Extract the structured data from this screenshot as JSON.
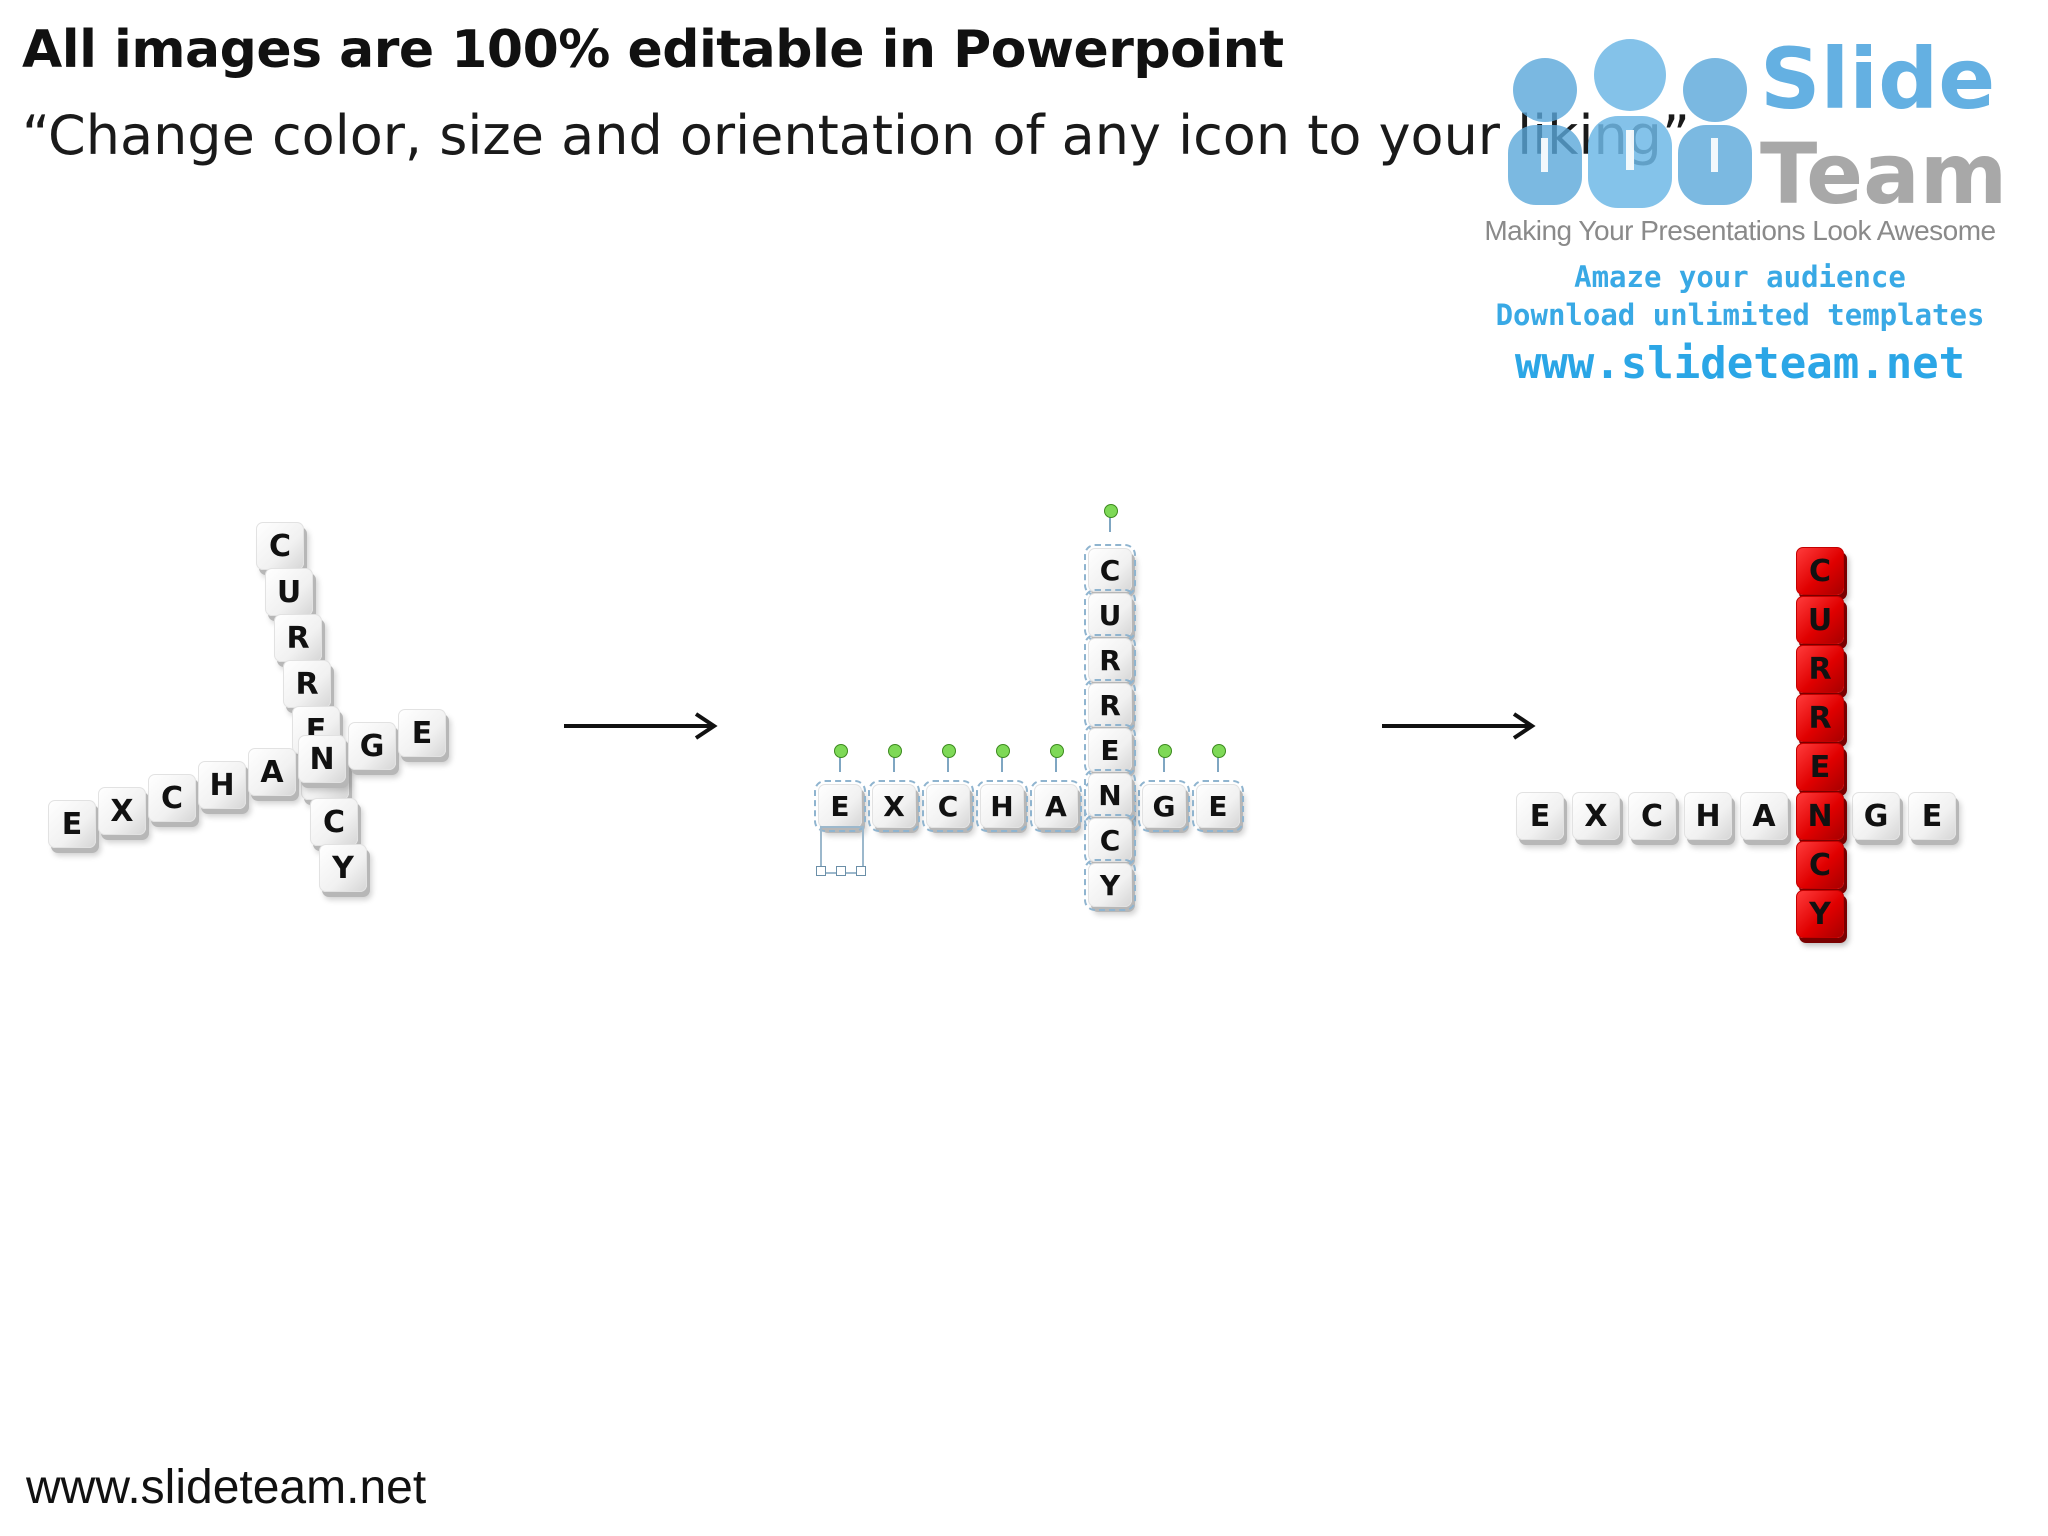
{
  "slide": {
    "title": "All images are 100% editable in Powerpoint",
    "subtitle": "“Change color, size and orientation of any icon to your liking”",
    "footer_url": "www.slideteam.net"
  },
  "logo": {
    "word1": "Slide",
    "word2": "Team",
    "tagline": "Making Your Presentations Look Awesome",
    "line1": "Amaze your audience",
    "line2": "Download unlimited templates",
    "url": "www.slideteam.net"
  },
  "crossword": {
    "horizontal": [
      "E",
      "X",
      "C",
      "H",
      "A",
      "N",
      "G",
      "E"
    ],
    "vertical": [
      "C",
      "U",
      "R",
      "R",
      "E",
      "N",
      "C",
      "Y"
    ]
  },
  "colors": {
    "accent_red": "#e00000",
    "logo_blue": "#39a9e5",
    "handle_green": "#7ed957"
  },
  "icons": [
    "arrow-right-icon",
    "arrow-right-icon",
    "people-logo-icon"
  ]
}
